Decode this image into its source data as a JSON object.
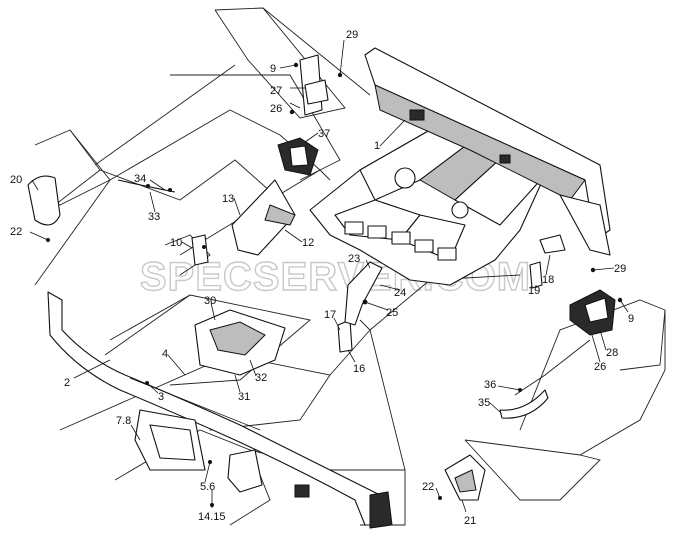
{
  "watermark": "SPECSERVER.COM",
  "callouts": {
    "c1": "1",
    "c2": "2",
    "c3": "3",
    "c4": "4",
    "c5_6": "5.6",
    "c7_8": "7.8",
    "c9a": "9",
    "c9b": "9",
    "c10": "10",
    "c12": "12",
    "c13": "13",
    "c14_15": "14.15",
    "c16": "16",
    "c17": "17",
    "c18": "18",
    "c19": "19",
    "c20": "20",
    "c21": "21",
    "c22a": "22",
    "c22b": "22",
    "c23": "23",
    "c24": "24",
    "c25": "25",
    "c26a": "26",
    "c26b": "26",
    "c27": "27",
    "c28": "28",
    "c29a": "29",
    "c29b": "29",
    "c30": "30",
    "c31": "31",
    "c32": "32",
    "c33": "33",
    "c34": "34",
    "c35": "35",
    "c36": "36",
    "c37": "37"
  }
}
